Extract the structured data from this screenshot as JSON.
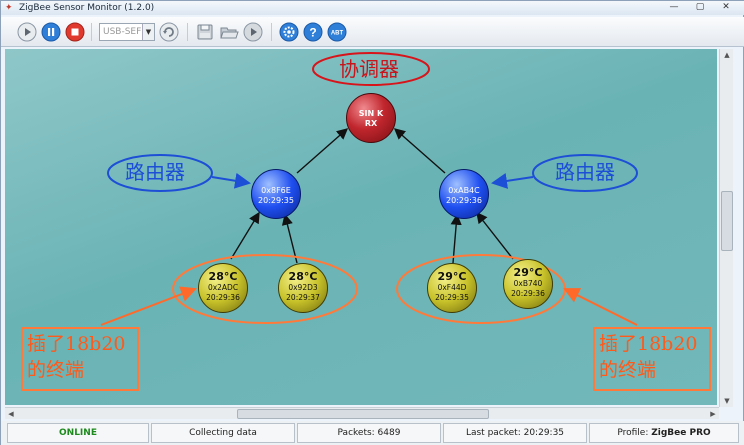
{
  "window": {
    "title": "ZigBee Sensor Monitor (1.2.0)",
    "minimize_glyph": "—",
    "maximize_glyph": "▢",
    "close_glyph": "✕"
  },
  "toolbar": {
    "buttons": [
      {
        "name": "play-button",
        "icon": "play-icon"
      },
      {
        "name": "pause-button",
        "icon": "pause-icon"
      },
      {
        "name": "stop-button",
        "icon": "stop-icon"
      },
      {
        "name": "refresh-ports-button",
        "icon": "refresh-icon"
      },
      {
        "name": "save-button",
        "icon": "save-icon"
      },
      {
        "name": "open-button",
        "icon": "folder-open-icon"
      },
      {
        "name": "run-button",
        "icon": "play-icon"
      },
      {
        "name": "settings-button",
        "icon": "gear-icon"
      },
      {
        "name": "help-button",
        "icon": "help-icon"
      },
      {
        "name": "about-button",
        "icon": "about-icon"
      }
    ],
    "port_select_value": "USB-SEF",
    "about_label": "ABT",
    "help_glyph": "?"
  },
  "network": {
    "sink": {
      "label1": "SIN K",
      "label2": "RX",
      "color": "#c0262d"
    },
    "routers": [
      {
        "id": "0x8F6E",
        "time": "20:29:35",
        "color": "#1f4ff0"
      },
      {
        "id": "0xAB4C",
        "time": "20:29:36",
        "color": "#1f4ff0"
      }
    ],
    "end_devices": [
      {
        "temp": "28°C",
        "id": "0x2ADC",
        "time": "20:29:36",
        "color": "#c8c22a"
      },
      {
        "temp": "28°C",
        "id": "0x92D3",
        "time": "20:29:37",
        "color": "#c8c22a"
      },
      {
        "temp": "29°C",
        "id": "0xF44D",
        "time": "20:29:35",
        "color": "#c8c22a"
      },
      {
        "temp": "29°C",
        "id": "0xB740",
        "time": "20:29:36",
        "color": "#c8c22a"
      }
    ]
  },
  "annotations": {
    "coordinator": "协调器",
    "router_left": "路由器",
    "router_right": "路由器",
    "note_left_line1": "插了18b20",
    "note_left_line2": "的终端",
    "note_right_line1": "插了18b20",
    "note_right_line2": "的终端"
  },
  "scrollbars": {
    "up_arrow": "▲",
    "down_arrow": "▼",
    "left_arrow": "◀",
    "right_arrow": "▶"
  },
  "status": {
    "connection": "ONLINE",
    "activity": "Collecting data",
    "packets": "Packets: 6489",
    "last_packet": "Last packet: 20:29:35",
    "profile_label": "Profile:",
    "profile_value": "ZigBee PRO",
    "online_color": "#1c8a1c"
  }
}
